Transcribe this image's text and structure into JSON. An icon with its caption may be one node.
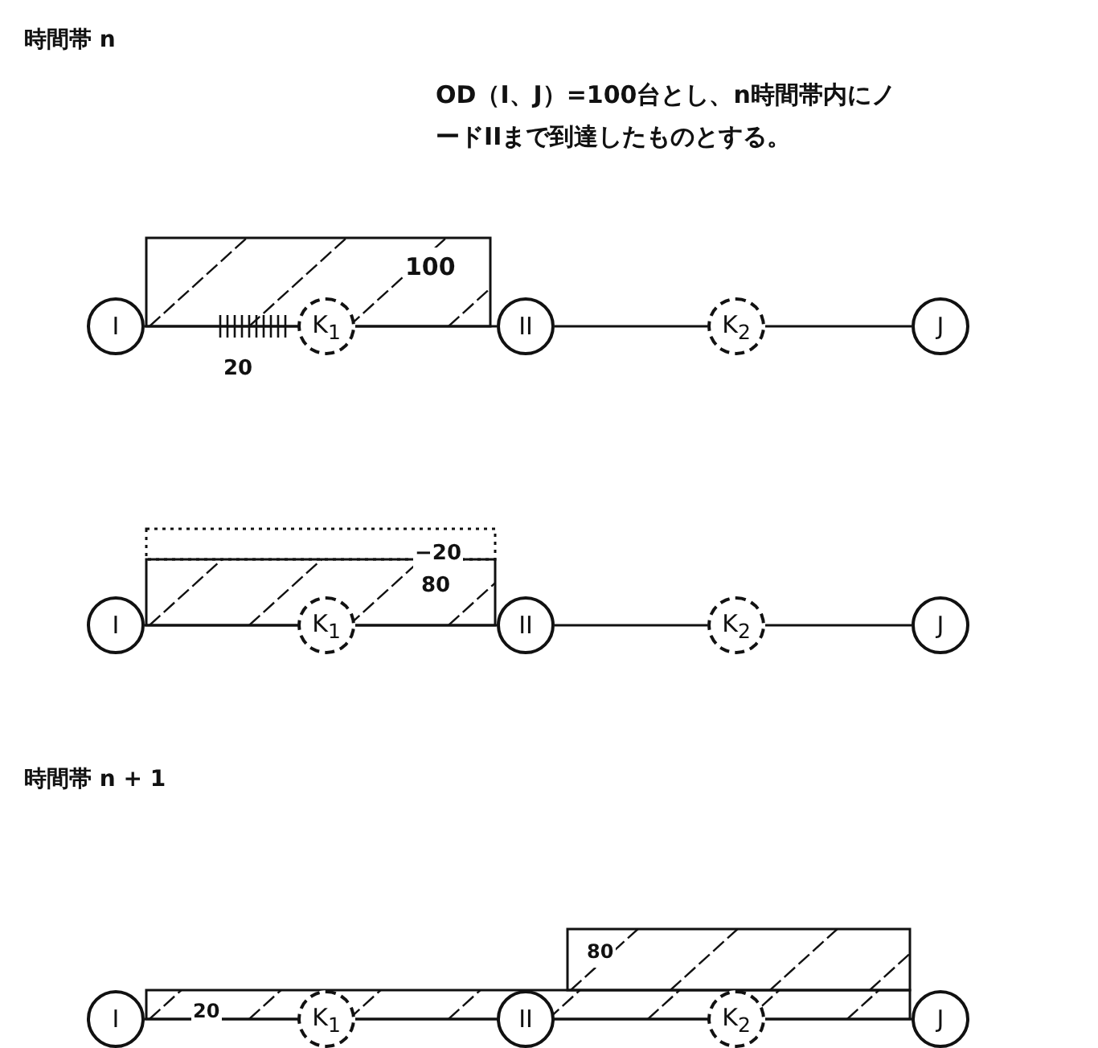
{
  "diagram": {
    "nodes": [
      {
        "text": [
          "I"
        ]
      },
      {
        "text": [
          "K$_{1}$"
        ]
      },
      {
        "text": [
          "II"
        ]
      },
      {
        "text": [
          "K$_{2}$"
        ]
      },
      {
        "text": [
          "J"
        ]
      },
      {
        "text": [
          "I"
        ]
      },
      {
        "text": [
          "K$_{1}$"
        ]
      },
      {
        "text": [
          "II"
        ]
      },
      {
        "text": [
          "K$_{2}$"
        ]
      },
      {
        "text": [
          "J"
        ]
      },
      {
        "text": [
          "I"
        ]
      },
      {
        "text": [
          "K$_{1}$"
        ]
      },
      {
        "text": [
          "II"
        ]
      },
      {
        "text": [
          "K$_{2}$"
        ]
      },
      {
        "text": [
          "J"
        ]
      }
    ],
    "edges": [
      {
        "from": 0,
        "to": 1,
        "arrow": "none"
      },
      {
        "from": 1,
        "to": 2,
        "arrow": "none"
      },
      {
        "from": 2,
        "to": 3,
        "arrow": "none"
      },
      {
        "from": 3,
        "to": 4,
        "arrow": "none"
      },
      {
        "from": 5,
        "to": 6,
        "arrow": "none"
      },
      {
        "from": 6,
        "to": 7,
        "arrow": "none"
      },
      {
        "from": 7,
        "to": 8,
        "arrow": "none"
      },
      {
        "from": 8,
        "to": 9,
        "arrow": "none"
      },
      {
        "from": 10,
        "to": 11,
        "arrow": "none"
      },
      {
        "from": 11,
        "to": 12,
        "arrow": "none"
      },
      {
        "from": 12,
        "to": 13,
        "arrow": "none"
      },
      {
        "from": 13,
        "to": 14,
        "arrow": "none"
      }
    ],
    "labels": [
      "時間帯 n",
      "OD（I、J）=100台とし、n時間帯内にノードIIまで到達したものとする。",
      "100",
      "20",
      "−20",
      "80",
      "時間帯 n + 1",
      "80",
      "20"
    ]
  }
}
